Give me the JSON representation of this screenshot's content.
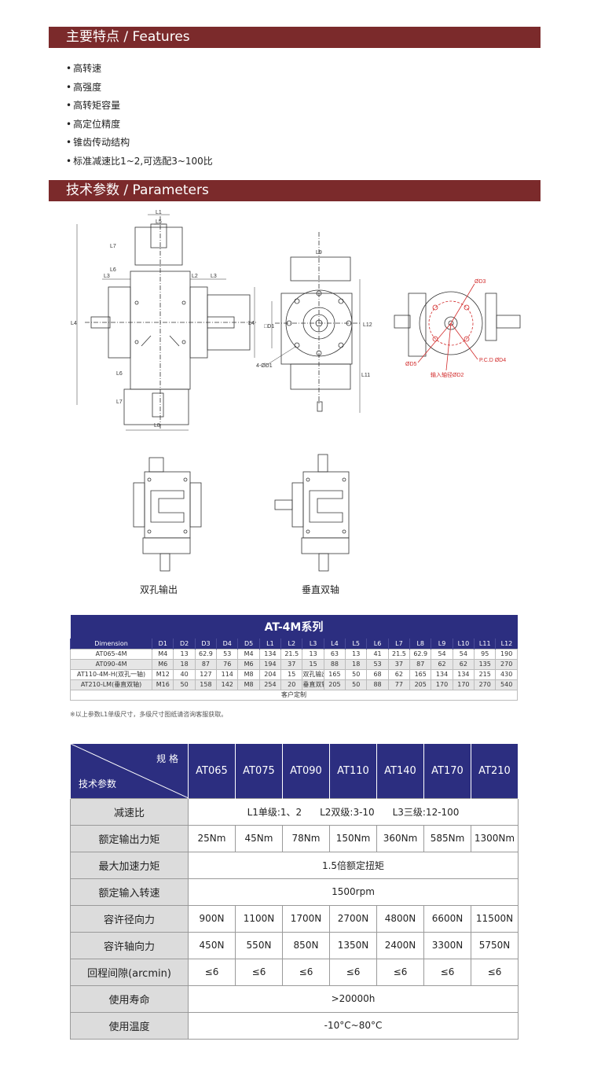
{
  "sections": {
    "features_title": "主要特点  / Features",
    "params_title": "技术参数  / Parameters"
  },
  "features": [
    "高转速",
    "高强度",
    "高转矩容量",
    "高定位精度",
    "锥齿传动结构",
    "标准减速比1~2,可选配3~100比"
  ],
  "drawing_labels": {
    "L1": "L1",
    "L2": "L2",
    "L3": "L3",
    "L4": "L4",
    "L5": "L5",
    "L6": "L6",
    "L7": "L7",
    "L8": "L8",
    "L9": "L9",
    "L11": "L11",
    "L12": "L12",
    "D1": "□D1",
    "bolt": "4-ØD1",
    "D3": "ØD3",
    "D5": "ØD5",
    "pcd": "P.C.D ØD4",
    "input": "输入轴径ØD2"
  },
  "shape_captions": [
    "双孔输出",
    "垂直双轴"
  ],
  "dimension_table": {
    "title": "AT-4M系列",
    "headers": [
      "Dimension",
      "D1",
      "D2",
      "D3",
      "D4",
      "D5",
      "L1",
      "L2",
      "L3",
      "L4",
      "L5",
      "L6",
      "L7",
      "L8",
      "L9",
      "L10",
      "L11",
      "L12"
    ],
    "rows": [
      [
        "AT065-4M",
        "M4",
        "13",
        "62.9",
        "53",
        "M4",
        "134",
        "21.5",
        "13",
        "63",
        "13",
        "41",
        "21.5",
        "62.9",
        "54",
        "54",
        "95",
        "190"
      ],
      [
        "AT090-4M",
        "M6",
        "18",
        "87",
        "76",
        "M6",
        "194",
        "37",
        "15",
        "88",
        "18",
        "53",
        "37",
        "87",
        "62",
        "62",
        "135",
        "270"
      ],
      [
        "AT110-4M-H(双孔一轴)",
        "M12",
        "40",
        "127",
        "114",
        "M8",
        "204",
        "15",
        "双孔输出",
        "165",
        "50",
        "68",
        "62",
        "165",
        "134",
        "134",
        "215",
        "430"
      ],
      [
        "AT210-LM(垂直双轴)",
        "M16",
        "50",
        "158",
        "142",
        "M8",
        "254",
        "20",
        "垂直双轴",
        "205",
        "50",
        "88",
        "77",
        "205",
        "170",
        "170",
        "270",
        "540"
      ]
    ],
    "footer": "客户定制",
    "note": "※以上参数L1单级尺寸，多级尺寸图纸请咨询客服获取。"
  },
  "spec_table": {
    "corner_top": "规 格",
    "corner_bottom": "技术参数",
    "models": [
      "AT065",
      "AT075",
      "AT090",
      "AT110",
      "AT140",
      "AT170",
      "AT210"
    ],
    "rows": [
      {
        "label": "减速比",
        "span": "L1单级:1、2      L2双级:3-10      L3三级:12-100"
      },
      {
        "label": "额定输出力矩",
        "values": [
          "25Nm",
          "45Nm",
          "78Nm",
          "150Nm",
          "360Nm",
          "585Nm",
          "1300Nm"
        ]
      },
      {
        "label": "最大加速力矩",
        "span": "1.5倍额定扭矩"
      },
      {
        "label": "额定输入转速",
        "span": "1500rpm"
      },
      {
        "label": "容许径向力",
        "values": [
          "900N",
          "1100N",
          "1700N",
          "2700N",
          "4800N",
          "6600N",
          "11500N"
        ]
      },
      {
        "label": "容许轴向力",
        "values": [
          "450N",
          "550N",
          "850N",
          "1350N",
          "2400N",
          "3300N",
          "5750N"
        ]
      },
      {
        "label": "回程间隙(arcmin)",
        "values": [
          "≤6",
          "≤6",
          "≤6",
          "≤6",
          "≤6",
          "≤6",
          "≤6"
        ]
      },
      {
        "label": "使用寿命",
        "span": ">20000h"
      },
      {
        "label": "使用温度",
        "span": "-10°C~80°C"
      }
    ]
  },
  "colors": {
    "section_bar": "#7b2a2b",
    "table_header": "#2c2e80",
    "label_cell": "#dcdcdc",
    "red_annot": "#d22b2b"
  }
}
